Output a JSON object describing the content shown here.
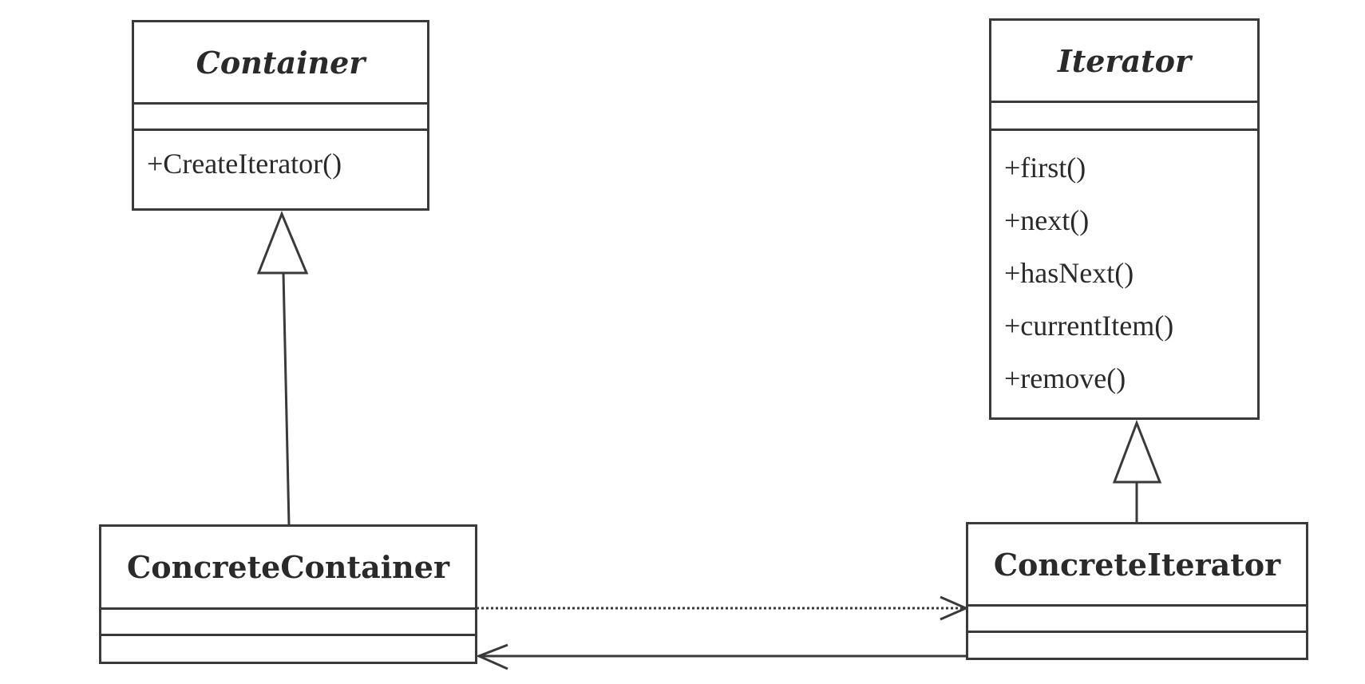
{
  "classes": {
    "container": {
      "name": "Container",
      "operations": [
        "+CreateIterator()"
      ]
    },
    "iterator": {
      "name": "Iterator",
      "operations": [
        "+first()",
        "+next()",
        "+hasNext()",
        "+currentItem()",
        "+remove()"
      ]
    },
    "concrete_container": {
      "name": "ConcreteContainer"
    },
    "concrete_iterator": {
      "name": "ConcreteIterator"
    }
  },
  "relationships": [
    {
      "type": "generalization",
      "from": "ConcreteContainer",
      "to": "Container"
    },
    {
      "type": "generalization",
      "from": "ConcreteIterator",
      "to": "Iterator"
    },
    {
      "type": "dependency",
      "from": "ConcreteContainer",
      "to": "ConcreteIterator"
    },
    {
      "type": "association",
      "from": "ConcreteIterator",
      "to": "ConcreteContainer"
    }
  ],
  "colors": {
    "stroke": "#3a3a3a",
    "text": "#2a2a2a",
    "background": "#ffffff"
  }
}
